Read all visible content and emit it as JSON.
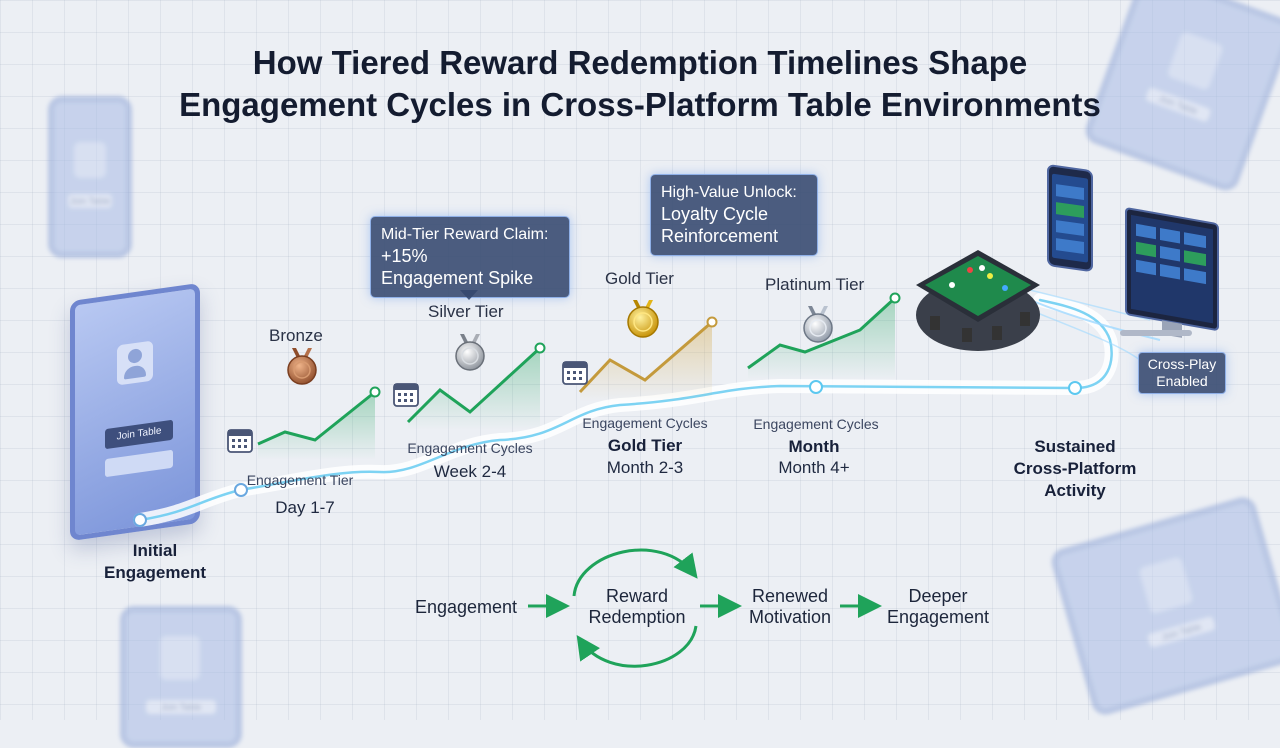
{
  "title_line1": "How Tiered Reward Redemption Timelines Shape",
  "title_line2": "Engagement Cycles in Cross-Platform Table Environments",
  "devices": {
    "join_button": "Join Table",
    "ghost_join": "Join Table"
  },
  "tiers": [
    {
      "name": "Bronze",
      "medal": "bronze-medal-icon",
      "color": "#b5704a"
    },
    {
      "name": "Silver Tier",
      "medal": "silver-medal-icon",
      "color": "#a9adb4"
    },
    {
      "name": "Gold Tier",
      "medal": "gold-medal-icon",
      "color": "#e2b418"
    },
    {
      "name": "Platinum Tier",
      "medal": "platinum-medal-icon",
      "color": "#b9c2cf"
    }
  ],
  "timeline": {
    "start": {
      "line1": "Initial",
      "line2": "Engagement"
    },
    "stages": [
      {
        "caption": "Engagement Tier",
        "period": "Day 1-7"
      },
      {
        "caption": "Engagement Cycles",
        "period": "Week 2-4"
      },
      {
        "caption": "Engagement Cycles",
        "tier": "Gold Tier",
        "period": "Month 2-3"
      },
      {
        "caption": "Engagement Cycles",
        "tier": "Month",
        "period": "Month 4+"
      }
    ],
    "end": {
      "line1": "Sustained",
      "line2": "Cross-Platform",
      "line3": "Activity"
    }
  },
  "callouts": {
    "mid": {
      "line1": "Mid-Tier Reward Claim:",
      "line2": "+15%",
      "line3": "Engagement Spike"
    },
    "high": {
      "line1": "High-Value Unlock:",
      "line2": "Loyalty Cycle",
      "line3": "Reinforcement"
    }
  },
  "cross_play": {
    "line1": "Cross-Play",
    "line2": "Enabled"
  },
  "cycle": {
    "step1": "Engagement",
    "step2_line1": "Reward",
    "step2_line2": "Redemption",
    "step3_line1": "Renewed",
    "step3_line2": "Motivation",
    "step4_line1": "Deeper",
    "step4_line2": "Engagement"
  },
  "colors": {
    "growth_green": "#1fa35a",
    "gold_growth": "#c49a3c",
    "timeline_glow": "#5cc8f0",
    "callout_bg": "#34486e"
  }
}
